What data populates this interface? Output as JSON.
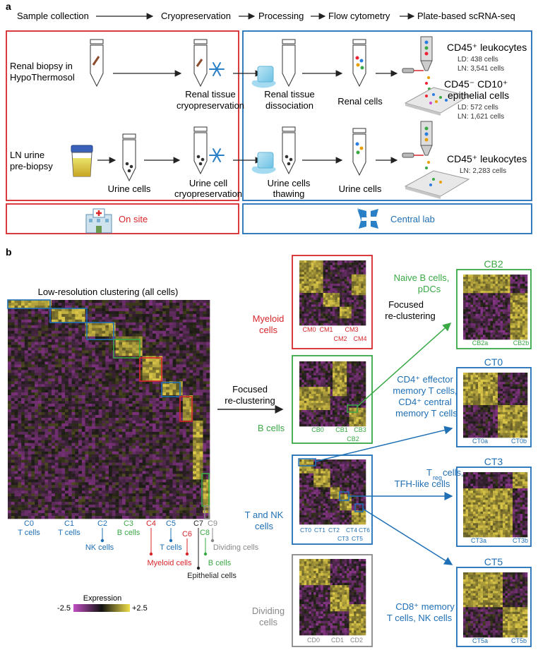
{
  "colors": {
    "red": "#d7262b",
    "blue": "#1f6fb5",
    "green": "#39a845",
    "gray": "#888888",
    "heat_low": "#b23fb5",
    "heat_mid": "#1a1a14",
    "heat_high": "#e8d24a"
  },
  "panel_a": {
    "label": "a",
    "workflow": [
      "Sample collection",
      "Cryopreservation",
      "Processing",
      "Flow cytometry",
      "Plate-based scRNA-seq"
    ],
    "rows": {
      "renal_sample": [
        "Renal biopsy in",
        "HypoThermosol"
      ],
      "renal_cryo": [
        "Renal tissue",
        "cryopreservation"
      ],
      "renal_dissoc": [
        "Renal tissue",
        "dissociation"
      ],
      "renal_cells": "Renal cells",
      "urine_sample": [
        "LN urine",
        "pre-biopsy"
      ],
      "urine_cells": "Urine cells",
      "urine_cryo": [
        "Urine cell",
        "cryopreservation"
      ],
      "urine_thaw": [
        "Urine cells",
        "thawing"
      ],
      "urine_cells2": "Urine cells"
    },
    "outputs": {
      "leuk_title": "CD45⁺ leukocytes",
      "leuk_ld": "LD: 438 cells",
      "leuk_ln": "LN: 3,541 cells",
      "epi_title1": "CD45⁻ CD10⁺",
      "epi_title2": "epithelial cells",
      "epi_ld": "LD: 572 cells",
      "epi_ln": "LN: 1,621 cells",
      "urine_leuk_title": "CD45⁺ leukocytes",
      "urine_leuk_ln": "LN: 2,283 cells"
    },
    "on_site": "On site",
    "central_lab": "Central lab",
    "icons": [
      "tube-icon",
      "snowflake-icon",
      "ice-cube-icon",
      "urine-cup-icon",
      "flow-nozzle-icon",
      "plate-icon",
      "hospital-icon",
      "central-lab-icon"
    ]
  },
  "panel_b": {
    "label": "b",
    "main_title": "Low-resolution clustering (all cells)",
    "arrow_label": [
      "Focused",
      "re-clustering"
    ],
    "focused_label": [
      "Focused",
      "re-clustering"
    ],
    "clusters": [
      {
        "id": "C0",
        "name": "T cells",
        "color": "blue"
      },
      {
        "id": "C1",
        "name": "T cells",
        "color": "blue"
      },
      {
        "id": "C2",
        "name": "NK cells",
        "color": "blue"
      },
      {
        "id": "C3",
        "name": "B cells",
        "color": "green"
      },
      {
        "id": "C4",
        "name": "Myeloid cells",
        "color": "red"
      },
      {
        "id": "C5",
        "name": "T cells",
        "color": "blue"
      },
      {
        "id": "C6",
        "name": "Myeloid cells",
        "color": "red"
      },
      {
        "id": "C7",
        "name": "Epithelial cells",
        "color": "black"
      },
      {
        "id": "C8",
        "name": "B cells",
        "color": "green"
      },
      {
        "id": "C9",
        "name": "Dividing cells",
        "color": "gray"
      }
    ],
    "myeloid": {
      "label": [
        "Myeloid",
        "cells"
      ],
      "ticks": [
        "CM0",
        "CM1",
        "CM2",
        "CM3",
        "CM4"
      ]
    },
    "bcells": {
      "label": "B cells",
      "ticks": [
        "CB0",
        "CB1",
        "CB3",
        "CB2"
      ]
    },
    "tnk": {
      "label": [
        "T and NK",
        "cells"
      ],
      "ticks": [
        "CT0",
        "CT1",
        "CT2",
        "CT4",
        "CT6",
        "CT3",
        "CT5"
      ]
    },
    "dividing": {
      "label": [
        "Dividing",
        "cells"
      ],
      "ticks": [
        "CD0",
        "CD1",
        "CD2"
      ]
    },
    "sub": {
      "cb2": {
        "title": "CB2",
        "desc": [
          "Naive B cells,",
          "pDCs"
        ],
        "ticks": [
          "CB2a",
          "CB2b"
        ]
      },
      "ct0": {
        "title": "CT0",
        "desc": [
          "CD4⁺ effector",
          "memory T cells,",
          "CD4⁺ central",
          "memory T cells"
        ],
        "ticks": [
          "CT0a",
          "CT0b"
        ]
      },
      "ct3": {
        "title": "CT3",
        "desc_sub": "reg",
        "desc_t": "T",
        "desc_tail": " cells,",
        "desc2": "TFH-like cells",
        "ticks": [
          "CT3a",
          "CT3b"
        ]
      },
      "ct5": {
        "title": "CT5",
        "desc": [
          "CD8⁺ memory",
          "T cells, NK cells"
        ],
        "ticks": [
          "CT5a",
          "CT5b"
        ]
      }
    },
    "legend": {
      "title": "Expression",
      "min": "-2.5",
      "max": "+2.5"
    }
  }
}
